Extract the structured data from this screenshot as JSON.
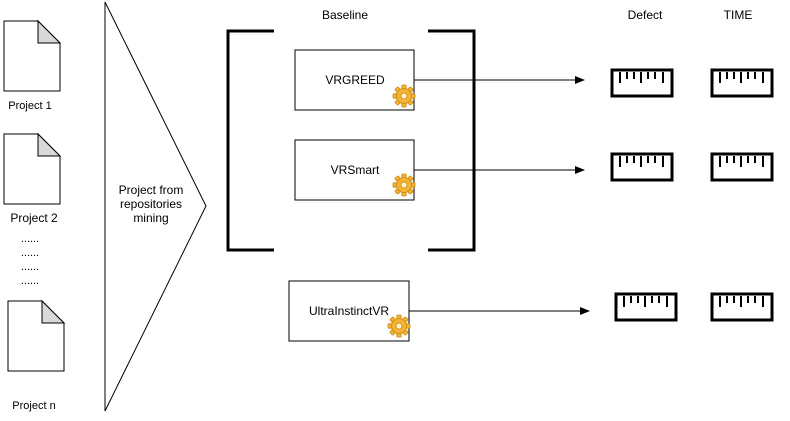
{
  "projects": {
    "items": [
      "Project 1",
      "Project 2",
      "Project n"
    ],
    "ellipsis": [
      "......",
      "......",
      "......",
      "......"
    ]
  },
  "funnel": {
    "line1": "Project from",
    "line2": "repositories",
    "line3": "mining"
  },
  "baseline": {
    "title": "Baseline",
    "tools": [
      "VRGREED",
      "VRSmart"
    ]
  },
  "proposed": {
    "tool": "UltraInstinctVR"
  },
  "metrics": {
    "defect": "Defect",
    "time": "TIME"
  },
  "icons": {
    "document": "document-icon",
    "gear": "gear-icon",
    "ruler": "ruler-icon"
  },
  "colors": {
    "gear": "#f5b335",
    "gear_dark": "#c98a10",
    "doc_fold": "#d9d9d9"
  }
}
